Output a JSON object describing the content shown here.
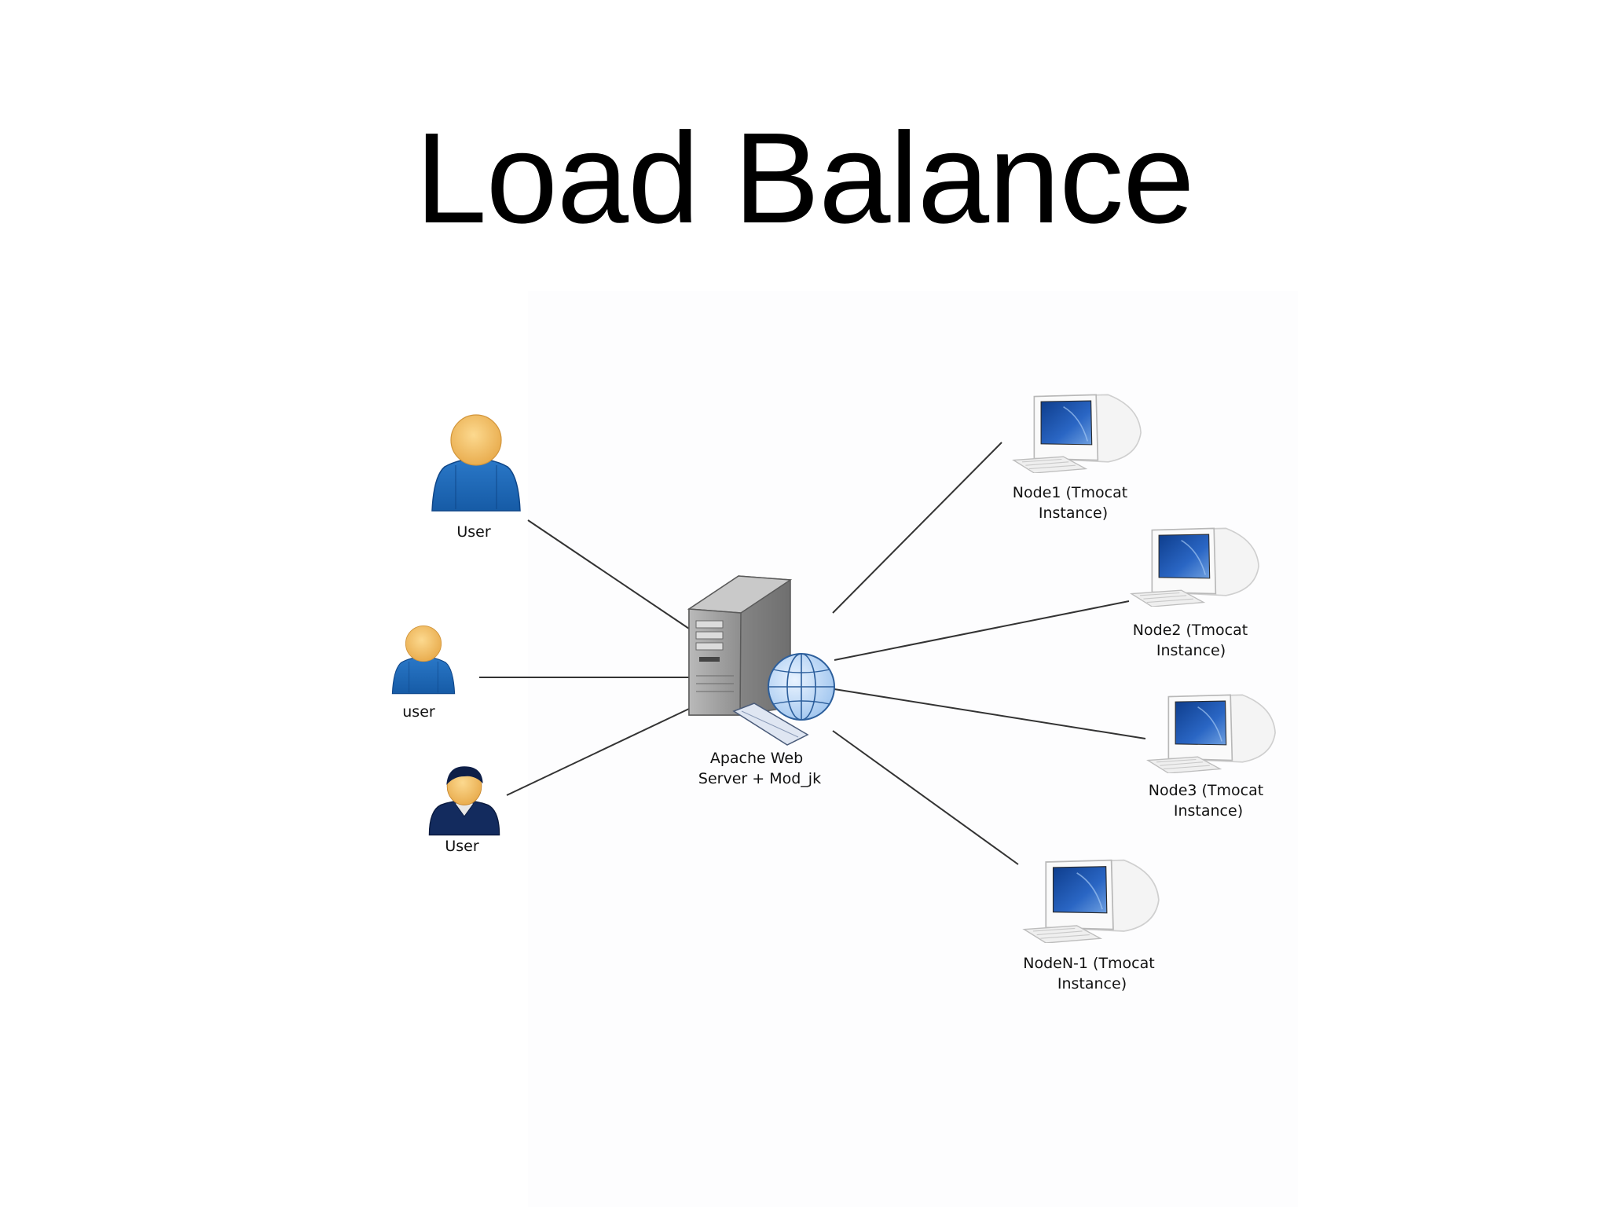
{
  "slide": {
    "title": "Load Balance"
  },
  "diagram": {
    "center": {
      "label_line1": "Apache Web",
      "label_line2": "Server + Mod_jk"
    },
    "users": [
      {
        "label": "User",
        "icon": "user-icon"
      },
      {
        "label": "user",
        "icon": "user-icon"
      },
      {
        "label": "User",
        "icon": "user-dark-icon"
      }
    ],
    "nodes": [
      {
        "label_line1": "Node1 (Tmocat",
        "label_line2": "Instance)",
        "icon": "workstation-icon"
      },
      {
        "label_line1": "Node2 (Tmocat",
        "label_line2": "Instance)",
        "icon": "workstation-icon"
      },
      {
        "label_line1": "Node3 (Tmocat",
        "label_line2": "Instance)",
        "icon": "workstation-icon"
      },
      {
        "label_line1": "NodeN-1 (Tmocat",
        "label_line2": "Instance)",
        "icon": "workstation-icon"
      }
    ],
    "colors": {
      "user_body": "#1e64b4",
      "user_head": "#f5c26b",
      "user_dark_body": "#12275a",
      "screen": "#1a4fa6",
      "line": "#333333"
    }
  }
}
